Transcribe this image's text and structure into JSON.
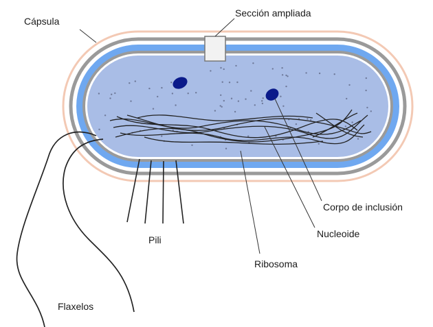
{
  "labels": {
    "capsula": "Cápsula",
    "seccion_ampliada": "Sección ampliada",
    "corpo_inclusion": "Corpo de inclusión",
    "nucleoide": "Nucleoide",
    "ribosoma": "Ribosoma",
    "pili": "Pili",
    "flaxelos": "Flaxelos"
  },
  "colors": {
    "capsule_outline": "#f3c9b4",
    "cell_wall": "#9a9a9a",
    "membrane_band": "#6fa8f0",
    "cytoplasm": "#a9bde6",
    "inclusion_body": "#0a1a8a",
    "lines": "#222222",
    "ribosome_dots": "#6f7a9a"
  }
}
